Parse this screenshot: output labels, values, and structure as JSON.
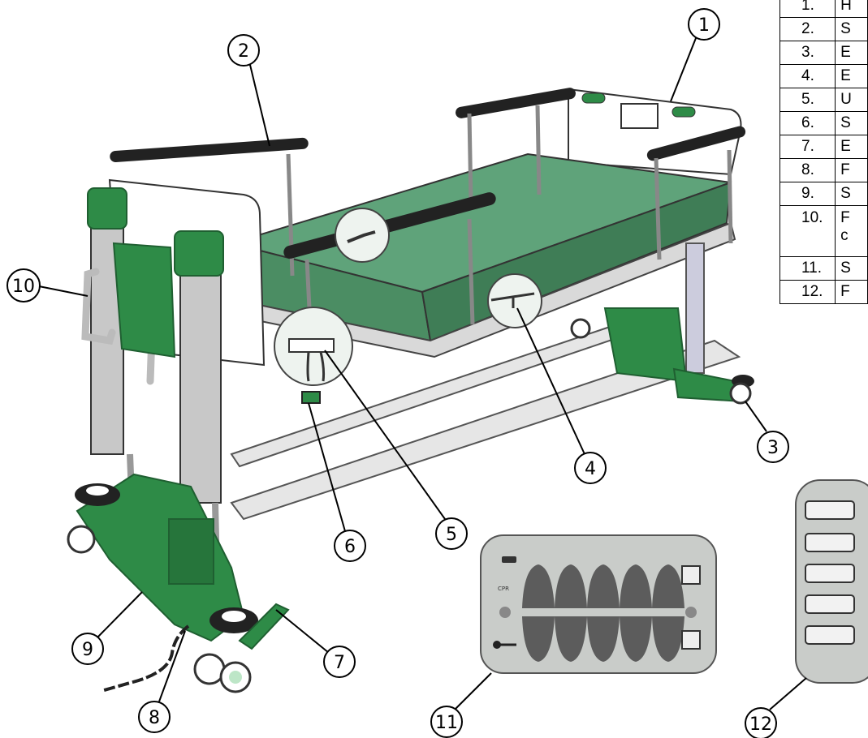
{
  "callouts": [
    "1",
    "2",
    "3",
    "4",
    "5",
    "6",
    "7",
    "8",
    "9",
    "10",
    "11",
    "12"
  ],
  "legend": {
    "rows": [
      {
        "num": "1.",
        "text": "H"
      },
      {
        "num": "2.",
        "text": "S"
      },
      {
        "num": "3.",
        "text": "E"
      },
      {
        "num": "4.",
        "text": "E"
      },
      {
        "num": "5.",
        "text": "U"
      },
      {
        "num": "6.",
        "text": "S"
      },
      {
        "num": "7.",
        "text": "E"
      },
      {
        "num": "8.",
        "text": "F"
      },
      {
        "num": "9.",
        "text": "S"
      },
      {
        "num": "10.",
        "text": "F"
      },
      {
        "num": "11.",
        "text": "S"
      },
      {
        "num": "12.",
        "text": "F"
      }
    ],
    "row10_continuation": "c"
  },
  "panel": {
    "cpr_label": "CPR"
  },
  "colors": {
    "green": "#2e8b47",
    "mattress": "#5fa37a",
    "frame": "#d9d9d9",
    "rail": "#222222",
    "panel": "#c9ccc9"
  }
}
